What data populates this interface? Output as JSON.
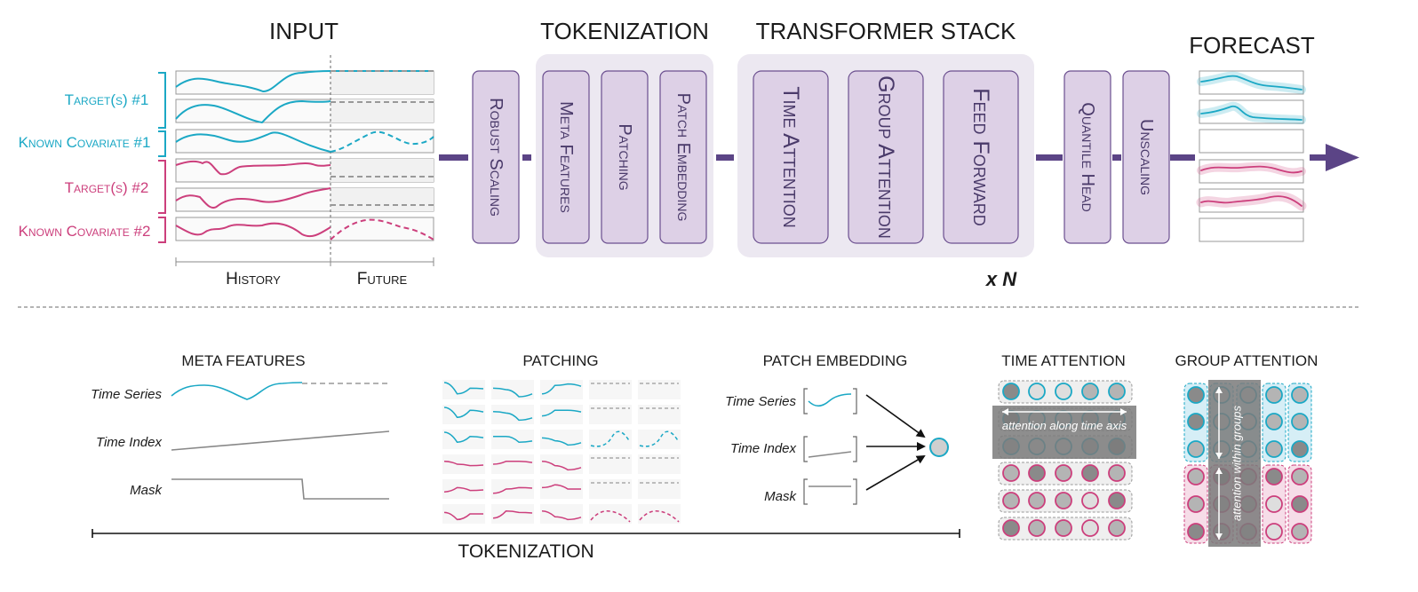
{
  "top": {
    "input_header": "INPUT",
    "tokenization_header": "TOKENIZATION",
    "transformer_header": "TRANSFORMER STACK",
    "forecast_header": "FORECAST",
    "rows": [
      {
        "label": "Target(s) #1",
        "group": "teal"
      },
      {
        "label": "",
        "group": "teal"
      },
      {
        "label": "Known Covariate #1",
        "group": "teal"
      },
      {
        "label": "Target(s) #2",
        "group": "pink"
      },
      {
        "label": "",
        "group": "pink"
      },
      {
        "label": "Known Covariate #2",
        "group": "pink"
      }
    ],
    "history_label": "History",
    "future_label": "Future",
    "boxes": {
      "robust_scaling": "Robust Scaling",
      "meta_features": "Meta Features",
      "patching": "Patching",
      "patch_embedding": "Patch Embedding",
      "time_attention": "Time Attention",
      "group_attention": "Group Attention",
      "feed_forward": "Feed Forward",
      "quantile_head": "Quantile Head",
      "unscaling": "Unscaling"
    },
    "repeat_label": "x N"
  },
  "bottom": {
    "meta_features_title": "META FEATURES",
    "time_series_label": "Time Series",
    "time_index_label": "Time Index",
    "mask_label": "Mask",
    "patching_title": "PATCHING",
    "patch_embedding_title": "PATCH EMBEDDING",
    "pe_time_series_label": "Time Series",
    "pe_time_index_label": "Time Index",
    "pe_mask_label": "Mask",
    "time_attention_title": "TIME ATTENTION",
    "time_attention_note": "attention along time axis",
    "group_attention_title": "GROUP ATTENTION",
    "group_attention_note": "attention within groups",
    "tokenization_label": "TOKENIZATION"
  },
  "colors": {
    "teal": "#1ba8c5",
    "pink": "#cc3f7c",
    "purple_dark": "#5b4486",
    "box_fill": "#ddd0e6",
    "group_bg": "#ece8f1"
  },
  "attention_grid": {
    "rows": [
      [
        "dark",
        "light",
        "light",
        "mid",
        "mid"
      ],
      [
        "dark",
        "light",
        "light",
        "mid",
        "mid"
      ],
      [
        "mid",
        "light",
        "light",
        "mid",
        "dark"
      ],
      [
        "mid",
        "dark",
        "mid",
        "dark",
        "mid"
      ],
      [
        "mid",
        "mid",
        "mid",
        "light",
        "dark"
      ],
      [
        "dark",
        "mid",
        "mid",
        "light",
        "mid"
      ]
    ]
  }
}
